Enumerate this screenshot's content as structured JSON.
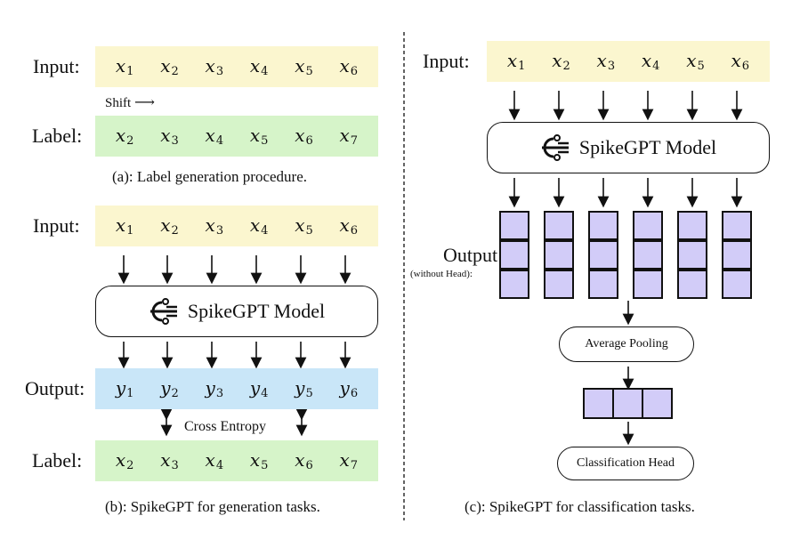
{
  "panel_a": {
    "input_label": "Input:",
    "input_tokens": [
      {
        "base": "x",
        "sub": "1"
      },
      {
        "base": "x",
        "sub": "2"
      },
      {
        "base": "x",
        "sub": "3"
      },
      {
        "base": "x",
        "sub": "4"
      },
      {
        "base": "x",
        "sub": "5"
      },
      {
        "base": "x",
        "sub": "6"
      }
    ],
    "shift_label": "Shift",
    "label_label": "Label:",
    "label_tokens": [
      {
        "base": "x",
        "sub": "2"
      },
      {
        "base": "x",
        "sub": "3"
      },
      {
        "base": "x",
        "sub": "4"
      },
      {
        "base": "x",
        "sub": "5"
      },
      {
        "base": "x",
        "sub": "6"
      },
      {
        "base": "x",
        "sub": "7"
      }
    ],
    "caption": "(a): Label generation procedure."
  },
  "panel_b": {
    "input_label": "Input:",
    "input_tokens": [
      {
        "base": "x",
        "sub": "1"
      },
      {
        "base": "x",
        "sub": "2"
      },
      {
        "base": "x",
        "sub": "3"
      },
      {
        "base": "x",
        "sub": "4"
      },
      {
        "base": "x",
        "sub": "5"
      },
      {
        "base": "x",
        "sub": "6"
      }
    ],
    "model_label": "SpikeGPT Model",
    "output_label": "Output:",
    "output_tokens": [
      {
        "base": "y",
        "sub": "1"
      },
      {
        "base": "y",
        "sub": "2"
      },
      {
        "base": "y",
        "sub": "3"
      },
      {
        "base": "y",
        "sub": "4"
      },
      {
        "base": "y",
        "sub": "5"
      },
      {
        "base": "y",
        "sub": "6"
      }
    ],
    "loss_label": "Cross Entropy",
    "label_label": "Label:",
    "label_tokens": [
      {
        "base": "x",
        "sub": "2"
      },
      {
        "base": "x",
        "sub": "3"
      },
      {
        "base": "x",
        "sub": "4"
      },
      {
        "base": "x",
        "sub": "5"
      },
      {
        "base": "x",
        "sub": "6"
      },
      {
        "base": "x",
        "sub": "7"
      }
    ],
    "caption": "(b): SpikeGPT for generation tasks."
  },
  "panel_c": {
    "input_label": "Input:",
    "input_tokens": [
      {
        "base": "x",
        "sub": "1"
      },
      {
        "base": "x",
        "sub": "2"
      },
      {
        "base": "x",
        "sub": "3"
      },
      {
        "base": "x",
        "sub": "4"
      },
      {
        "base": "x",
        "sub": "5"
      },
      {
        "base": "x",
        "sub": "6"
      }
    ],
    "model_label": "SpikeGPT Model",
    "output_label": "Output",
    "output_sublabel": "(without Head):",
    "pooling_label": "Average Pooling",
    "head_label": "Classification Head",
    "caption": "(c): SpikeGPT for classification tasks."
  },
  "colors": {
    "input_fill": "#fbf6cf",
    "label_fill": "#d6f4c9",
    "output_fill": "#c9e6f8",
    "cell_fill": "#d2ccf8",
    "stroke": "#111111"
  },
  "icons": {
    "model_icon": "spikegpt-logo-icon"
  }
}
